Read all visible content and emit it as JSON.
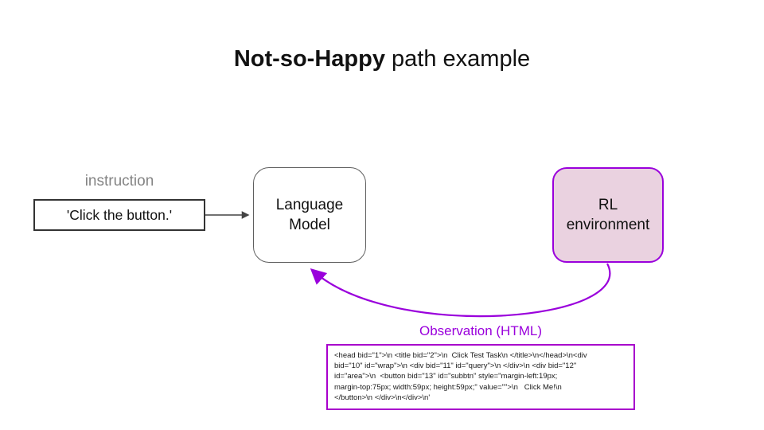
{
  "title": {
    "bold": "Not-so-Happy",
    "regular": " path example"
  },
  "instruction": {
    "label": "instruction",
    "text": "'Click the button.'"
  },
  "language_model": {
    "line1": "Language",
    "line2": "Model"
  },
  "rl_environment": {
    "line1": "RL",
    "line2": "environment"
  },
  "observation": {
    "label": "Observation (HTML)",
    "code_lines": [
      "<head bid=\"1\">\\n <title bid=\"2\">\\n  Click Test Task\\n </title>\\n</head>\\n<div",
      "bid=\"10\" id=\"wrap\">\\n <div bid=\"11\" id=\"query\">\\n </div>\\n <div bid=\"12\"",
      "id=\"area\">\\n  <button bid=\"13\" id=\"subbtn\" style=\"margin-left:19px;",
      "margin-top:75px; width:59px; height:59px;\" value=\"\">\\n   Click Me!\\n",
      "</button>\\n </div>\\n</div>\\n'"
    ]
  },
  "colors": {
    "accent_purple": "#9a00dc",
    "code_box_border": "#a800cc",
    "rl_fill": "#ead2e0",
    "instruction_label_gray": "#848484",
    "connector_gray": "#444444"
  }
}
